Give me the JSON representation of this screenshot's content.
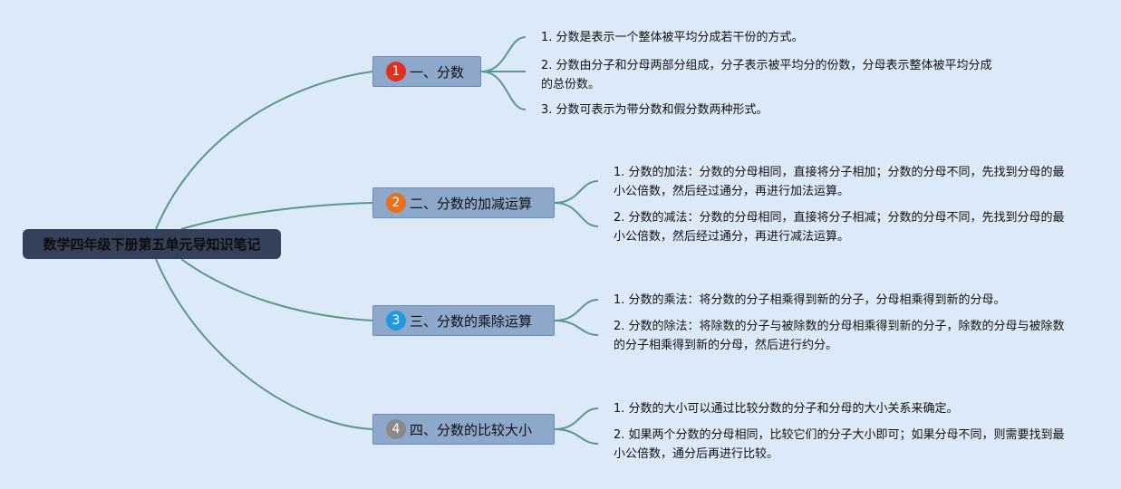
{
  "root": {
    "title": "数学四年级下册第五单元导知识笔记"
  },
  "branches": [
    {
      "num": "1",
      "label": "一、分数",
      "color": "#e0301e",
      "leaves": [
        "1. 分数是表示一个整体被平均分成若干份的方式。",
        "2. 分数由分子和分母两部分组成，分子表示被平均分的份数，分母表示整体被平均分成的总份数。",
        "3. 分数可表示为带分数和假分数两种形式。"
      ]
    },
    {
      "num": "2",
      "label": "二、分数的加减运算",
      "color": "#e8721c",
      "leaves": [
        "1. 分数的加法：分数的分母相同，直接将分子相加；分数的分母不同，先找到分母的最小公倍数，然后经过通分，再进行加法运算。",
        "2. 分数的减法：分数的分母相同，直接将分子相减；分数的分母不同，先找到分母的最小公倍数，然后经过通分，再进行减法运算。"
      ]
    },
    {
      "num": "3",
      "label": "三、分数的乘除运算",
      "color": "#1e9be0",
      "leaves": [
        "1. 分数的乘法：将分数的分子相乘得到新的分子，分母相乘得到新的分母。",
        "2. 分数的除法：将除数的分子与被除数的分母相乘得到新的分子，除数的分母与被除数的分子相乘得到新的分母，然后进行约分。"
      ]
    },
    {
      "num": "4",
      "label": "四、分数的比较大小",
      "color": "#8a8a8a",
      "leaves": [
        "1. 分数的大小可以通过比较分数的分子和分母的大小关系来确定。",
        "2. 如果两个分数的分母相同，比较它们的分子大小即可；如果分母不同，则需要找到最小公倍数，通分后再进行比较。"
      ]
    }
  ]
}
